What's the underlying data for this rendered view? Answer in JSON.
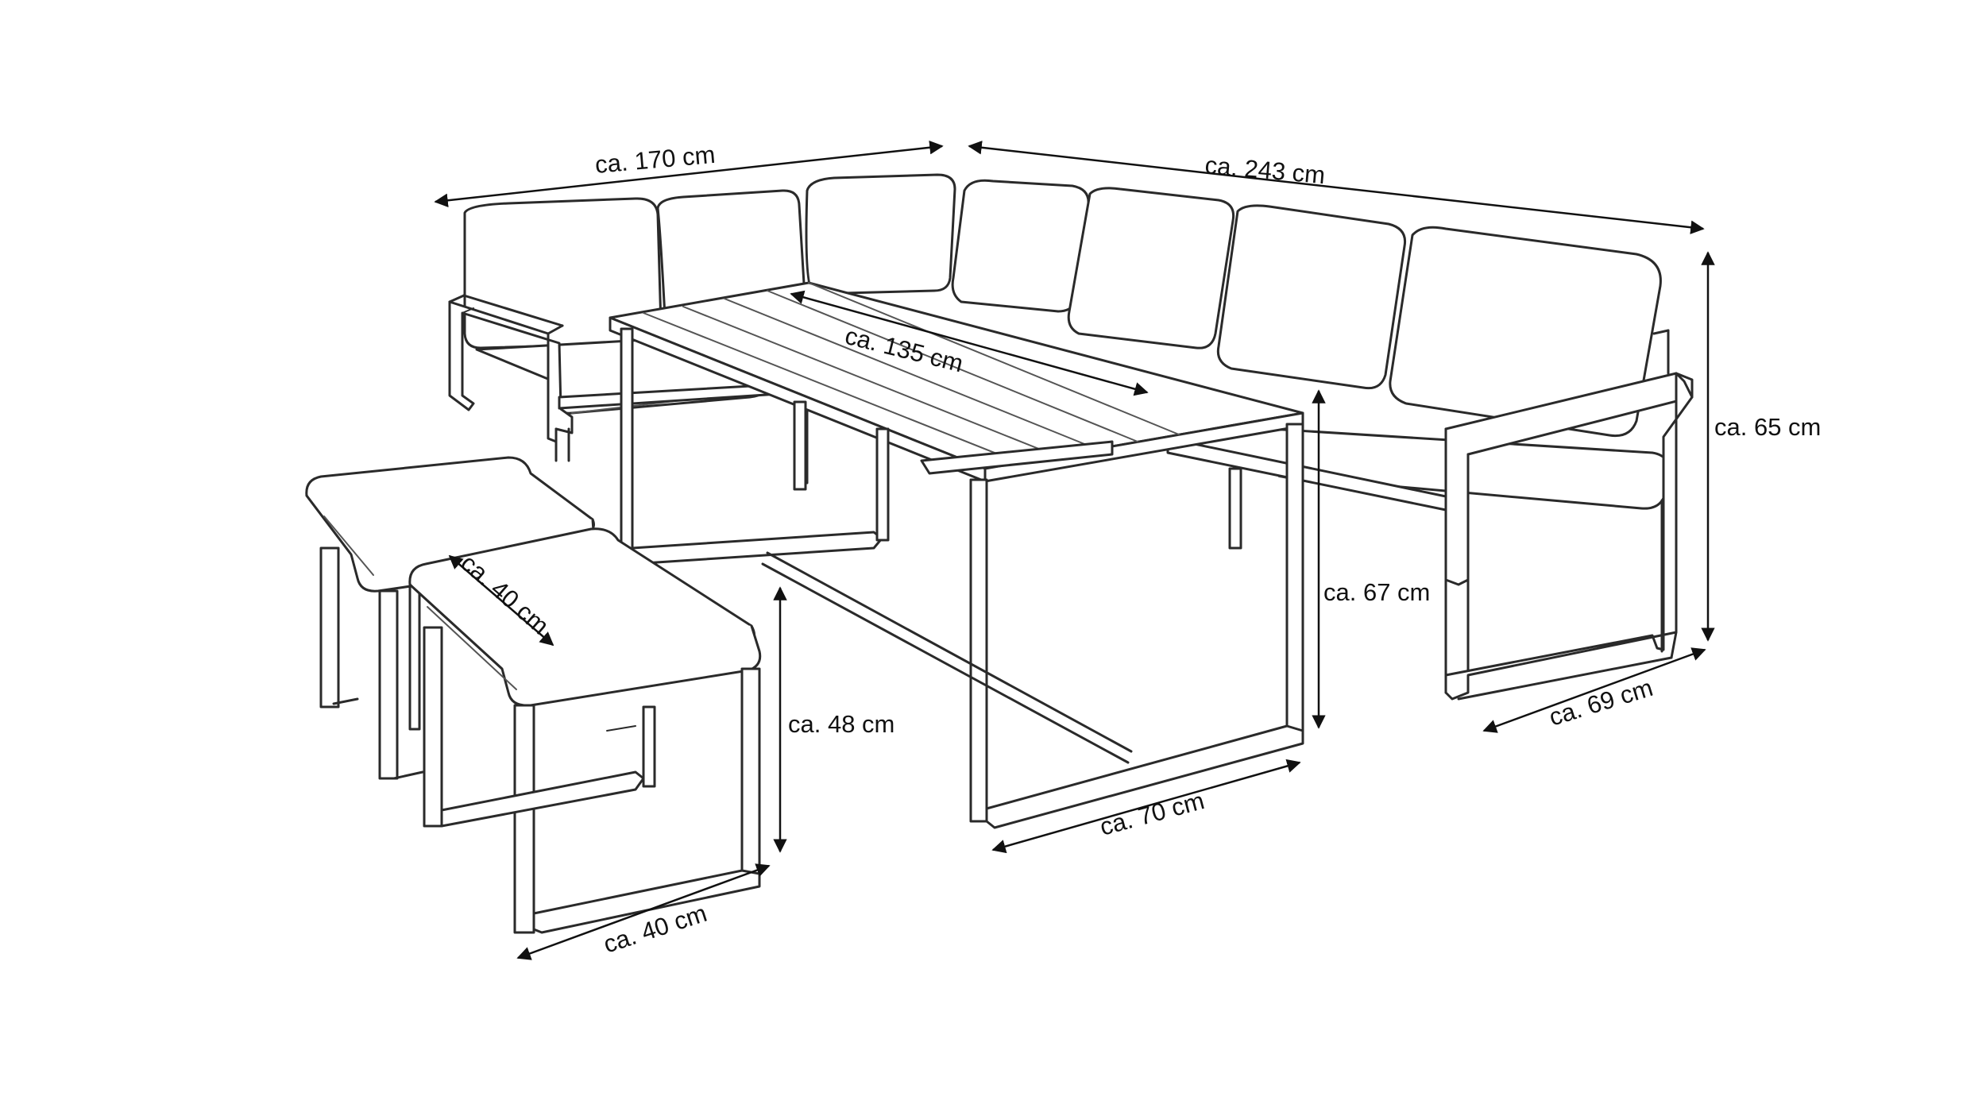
{
  "dimensions": {
    "sofa_left_width": "ca. 170 cm",
    "sofa_right_width": "ca. 243 cm",
    "sofa_height": "ca. 65 cm",
    "sofa_depth": "ca. 69 cm",
    "table_length": "ca. 135 cm",
    "table_height": "ca. 67 cm",
    "table_depth": "ca. 70 cm",
    "stool_top_depth": "ca. 40 cm",
    "stool_height": "ca. 48 cm",
    "stool_width": "ca. 40 cm"
  },
  "colors": {
    "line": "#2a2a2a",
    "background": "#ffffff"
  }
}
